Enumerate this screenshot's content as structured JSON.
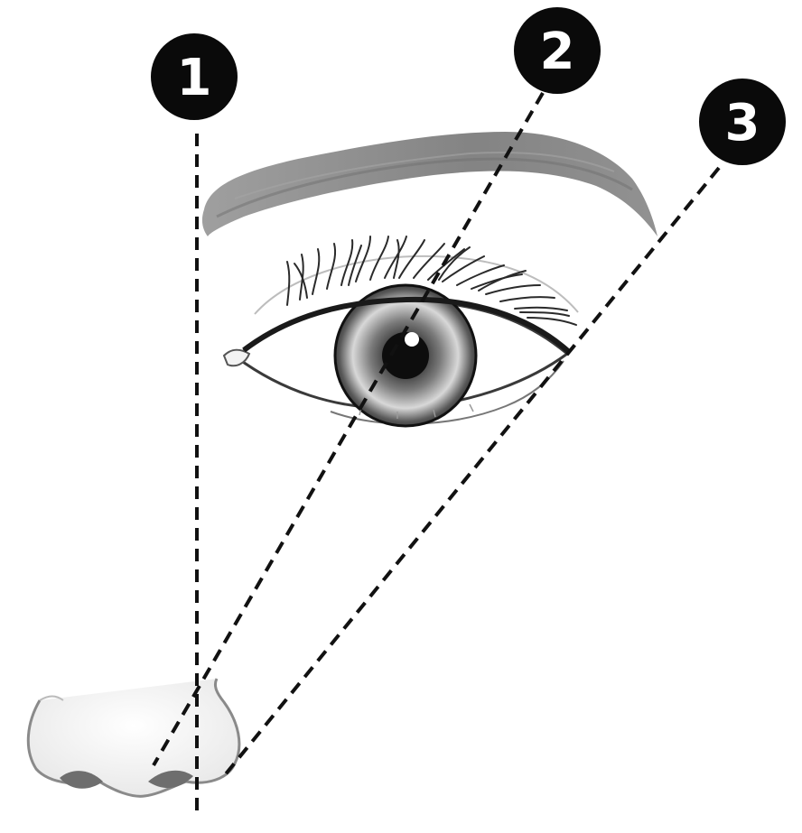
{
  "diagram": {
    "markers": [
      {
        "label": "1"
      },
      {
        "label": "2"
      },
      {
        "label": "3"
      }
    ],
    "colors": {
      "background": "#ffffff",
      "marker_fill": "#0a0a0a",
      "marker_text": "#ffffff",
      "guide_line": "#111111",
      "brow": "#8a8a8a",
      "iris_dark": "#1c1c1c",
      "iris_light": "#c9c9c9",
      "outline": "#3a3a3a"
    },
    "icons": [
      "eyebrow-illustration",
      "eye-illustration",
      "nose-illustration"
    ]
  }
}
